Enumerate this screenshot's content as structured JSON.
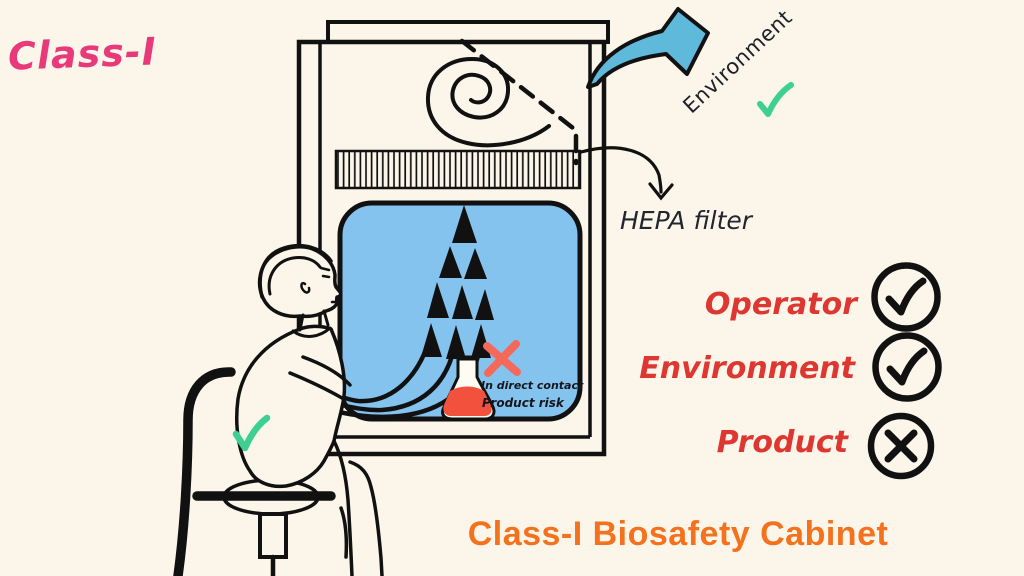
{
  "palette": {
    "background": "#FBF6E9",
    "ink": "#111111",
    "panel_blue": "#85C3EF",
    "arrow_blue": "#5FB9DB",
    "pink": "#E83A7B",
    "label_red": "#DE3732",
    "orange": "#F4711D",
    "green": "#3ECF92",
    "risk_red": "#F4695A",
    "flask_red": "#F2513D"
  },
  "header": {
    "class_tag": "Class-I"
  },
  "cabinet": {
    "exhaust_label": "Environment",
    "hepa_label": "HEPA filter",
    "contact_note": "In direct contact",
    "risk_note": "Product risk"
  },
  "protection_list": {
    "items": [
      {
        "label": "Operator",
        "icon": "check-circle",
        "status": "protected"
      },
      {
        "label": "Environment",
        "icon": "check-circle",
        "status": "protected"
      },
      {
        "label": "Product",
        "icon": "cross-circle",
        "status": "at-risk"
      }
    ]
  },
  "footer": {
    "title": "Class-I Biosafety Cabinet"
  }
}
